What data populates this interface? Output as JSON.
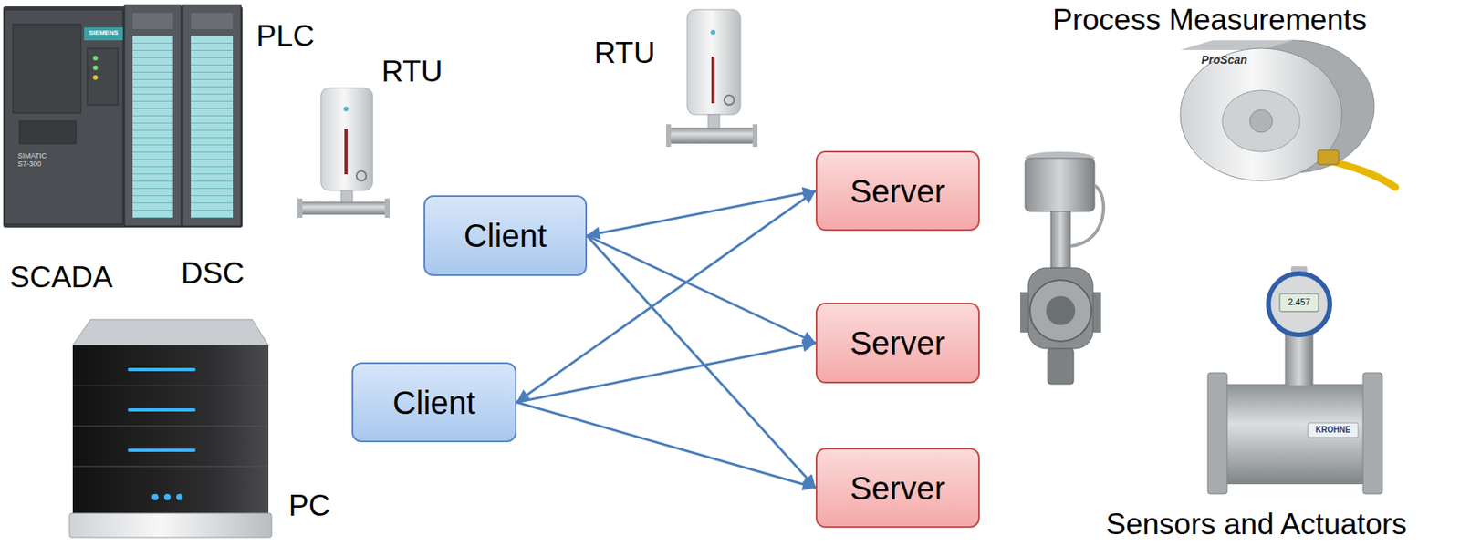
{
  "diagram": {
    "nodes": [
      {
        "text": [
          "Client"
        ]
      },
      {
        "text": [
          "Client"
        ]
      },
      {
        "text": [
          "Server"
        ]
      },
      {
        "text": [
          "Server"
        ]
      },
      {
        "text": [
          "Server"
        ]
      }
    ],
    "edges": [
      {
        "from": 0,
        "to": 2,
        "arrow": "both"
      },
      {
        "from": 0,
        "to": 3,
        "arrow": "to"
      },
      {
        "from": 0,
        "to": 4,
        "arrow": "to"
      },
      {
        "from": 1,
        "to": 2,
        "arrow": "both"
      },
      {
        "from": 1,
        "to": 3,
        "arrow": "to"
      },
      {
        "from": 1,
        "to": 4,
        "arrow": "to"
      }
    ],
    "labels": [
      "PLC",
      "RTU",
      "RTU",
      "SCADA",
      "DSC",
      "PC",
      "Process Measurements",
      "Sensors and Actuators",
      "SIEMENS",
      "SIMATIC S7-300",
      "ProScan",
      "KROHNE",
      "2.457"
    ]
  }
}
